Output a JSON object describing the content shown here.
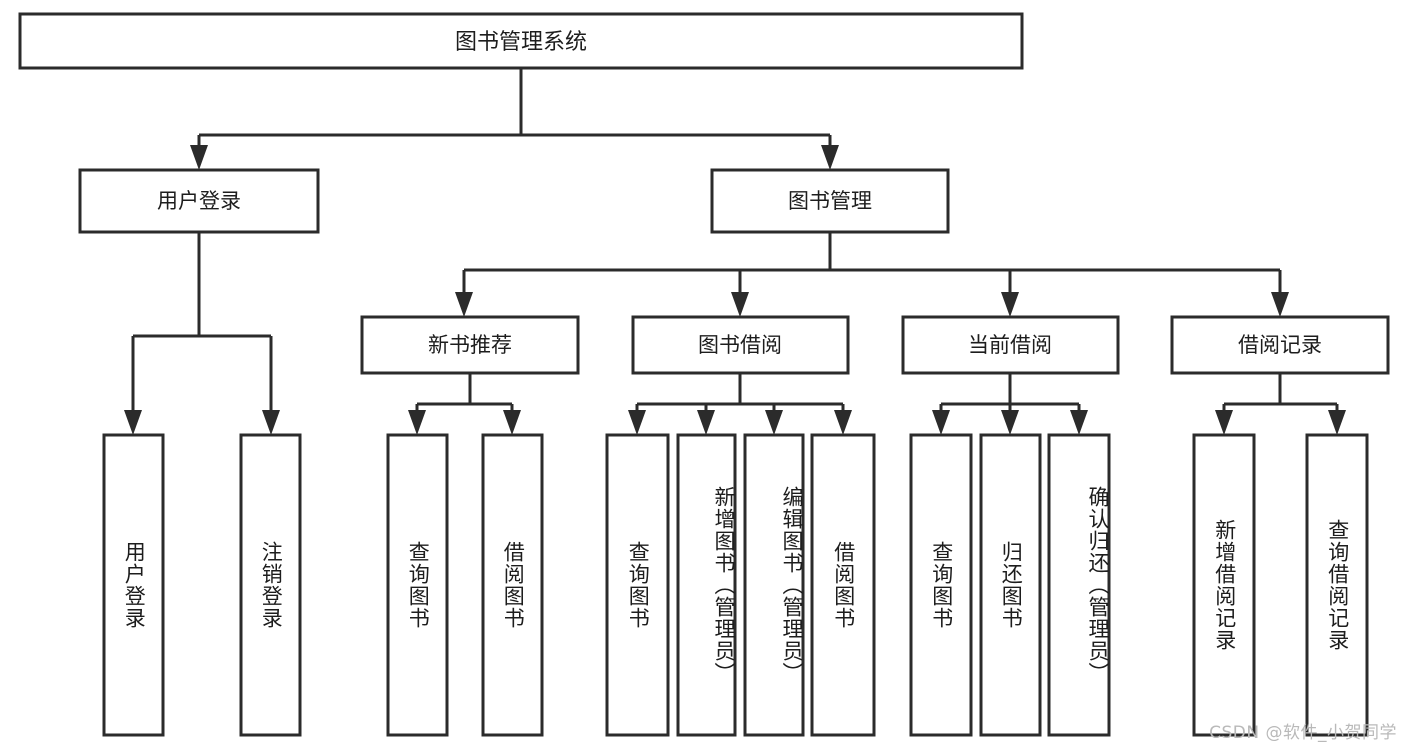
{
  "diagram": {
    "type": "tree",
    "title": "图书管理系统",
    "root": {
      "id": "root",
      "label": "图书管理系统"
    },
    "level1": [
      {
        "id": "user-login",
        "label": "用户登录"
      },
      {
        "id": "book-manage",
        "label": "图书管理"
      }
    ],
    "level2": [
      {
        "id": "new-book-recommend",
        "label": "新书推荐",
        "parent": "book-manage"
      },
      {
        "id": "book-borrow",
        "label": "图书借阅",
        "parent": "book-manage"
      },
      {
        "id": "current-borrow",
        "label": "当前借阅",
        "parent": "book-manage"
      },
      {
        "id": "borrow-record",
        "label": "借阅记录",
        "parent": "book-manage"
      }
    ],
    "leaves": [
      {
        "id": "leaf-user-login",
        "parent": "user-login",
        "label": "用户登录"
      },
      {
        "id": "leaf-user-logout",
        "parent": "user-login",
        "label": "注销登录"
      },
      {
        "id": "leaf-query-book-1",
        "parent": "new-book-recommend",
        "label": "查询图书"
      },
      {
        "id": "leaf-borrow-book-1",
        "parent": "new-book-recommend",
        "label": "借阅图书"
      },
      {
        "id": "leaf-query-book-2",
        "parent": "book-borrow",
        "label": "查询图书"
      },
      {
        "id": "leaf-add-book",
        "parent": "book-borrow",
        "label": "新增图书（管理员）"
      },
      {
        "id": "leaf-edit-book",
        "parent": "book-borrow",
        "label": "编辑图书（管理员）"
      },
      {
        "id": "leaf-borrow-book-2",
        "parent": "book-borrow",
        "label": "借阅图书"
      },
      {
        "id": "leaf-query-book-3",
        "parent": "current-borrow",
        "label": "查询图书"
      },
      {
        "id": "leaf-return-book",
        "parent": "current-borrow",
        "label": "归还图书"
      },
      {
        "id": "leaf-confirm-return",
        "parent": "current-borrow",
        "label": "确认归还（管理员）"
      },
      {
        "id": "leaf-add-borrow-record",
        "parent": "borrow-record",
        "label": "新增借阅记录"
      },
      {
        "id": "leaf-query-borrow-record",
        "parent": "borrow-record",
        "label": "查询借阅记录"
      }
    ],
    "watermark": "CSDN @软件_小贺同学",
    "colors": {
      "stroke": "#2b2b2b",
      "fill": "#ffffff",
      "text": "#1d1d1d",
      "watermark": "#b9b9b9",
      "background": "#ffffff"
    }
  }
}
